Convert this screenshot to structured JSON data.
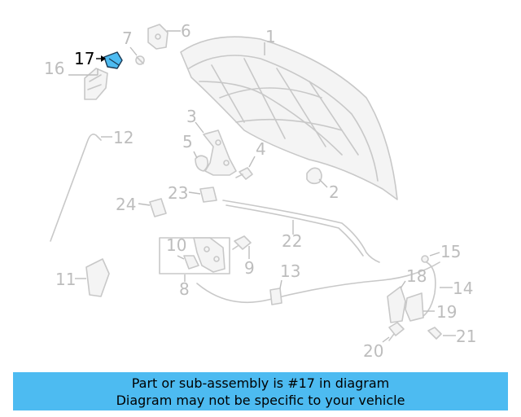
{
  "callouts": {
    "c1": "1",
    "c2": "2",
    "c3": "3",
    "c4": "4",
    "c5": "5",
    "c6": "6",
    "c7": "7",
    "c8": "8",
    "c9": "9",
    "c10": "10",
    "c11": "11",
    "c12": "12",
    "c13": "13",
    "c14": "14",
    "c15": "15",
    "c16": "16",
    "c17": "17",
    "c18": "18",
    "c19": "19",
    "c20": "20",
    "c21": "21",
    "c22": "22",
    "c23": "23",
    "c24": "24"
  },
  "highlighted_part": "17",
  "colors": {
    "highlight": "#4dbbf1",
    "banner": "#4dbbf1",
    "parts": "#c8c8c8",
    "labels": "#bdbdbd"
  },
  "banner": {
    "line1": "Part or sub-assembly is #17 in diagram",
    "line2": "Diagram may not be specific to your vehicle"
  }
}
